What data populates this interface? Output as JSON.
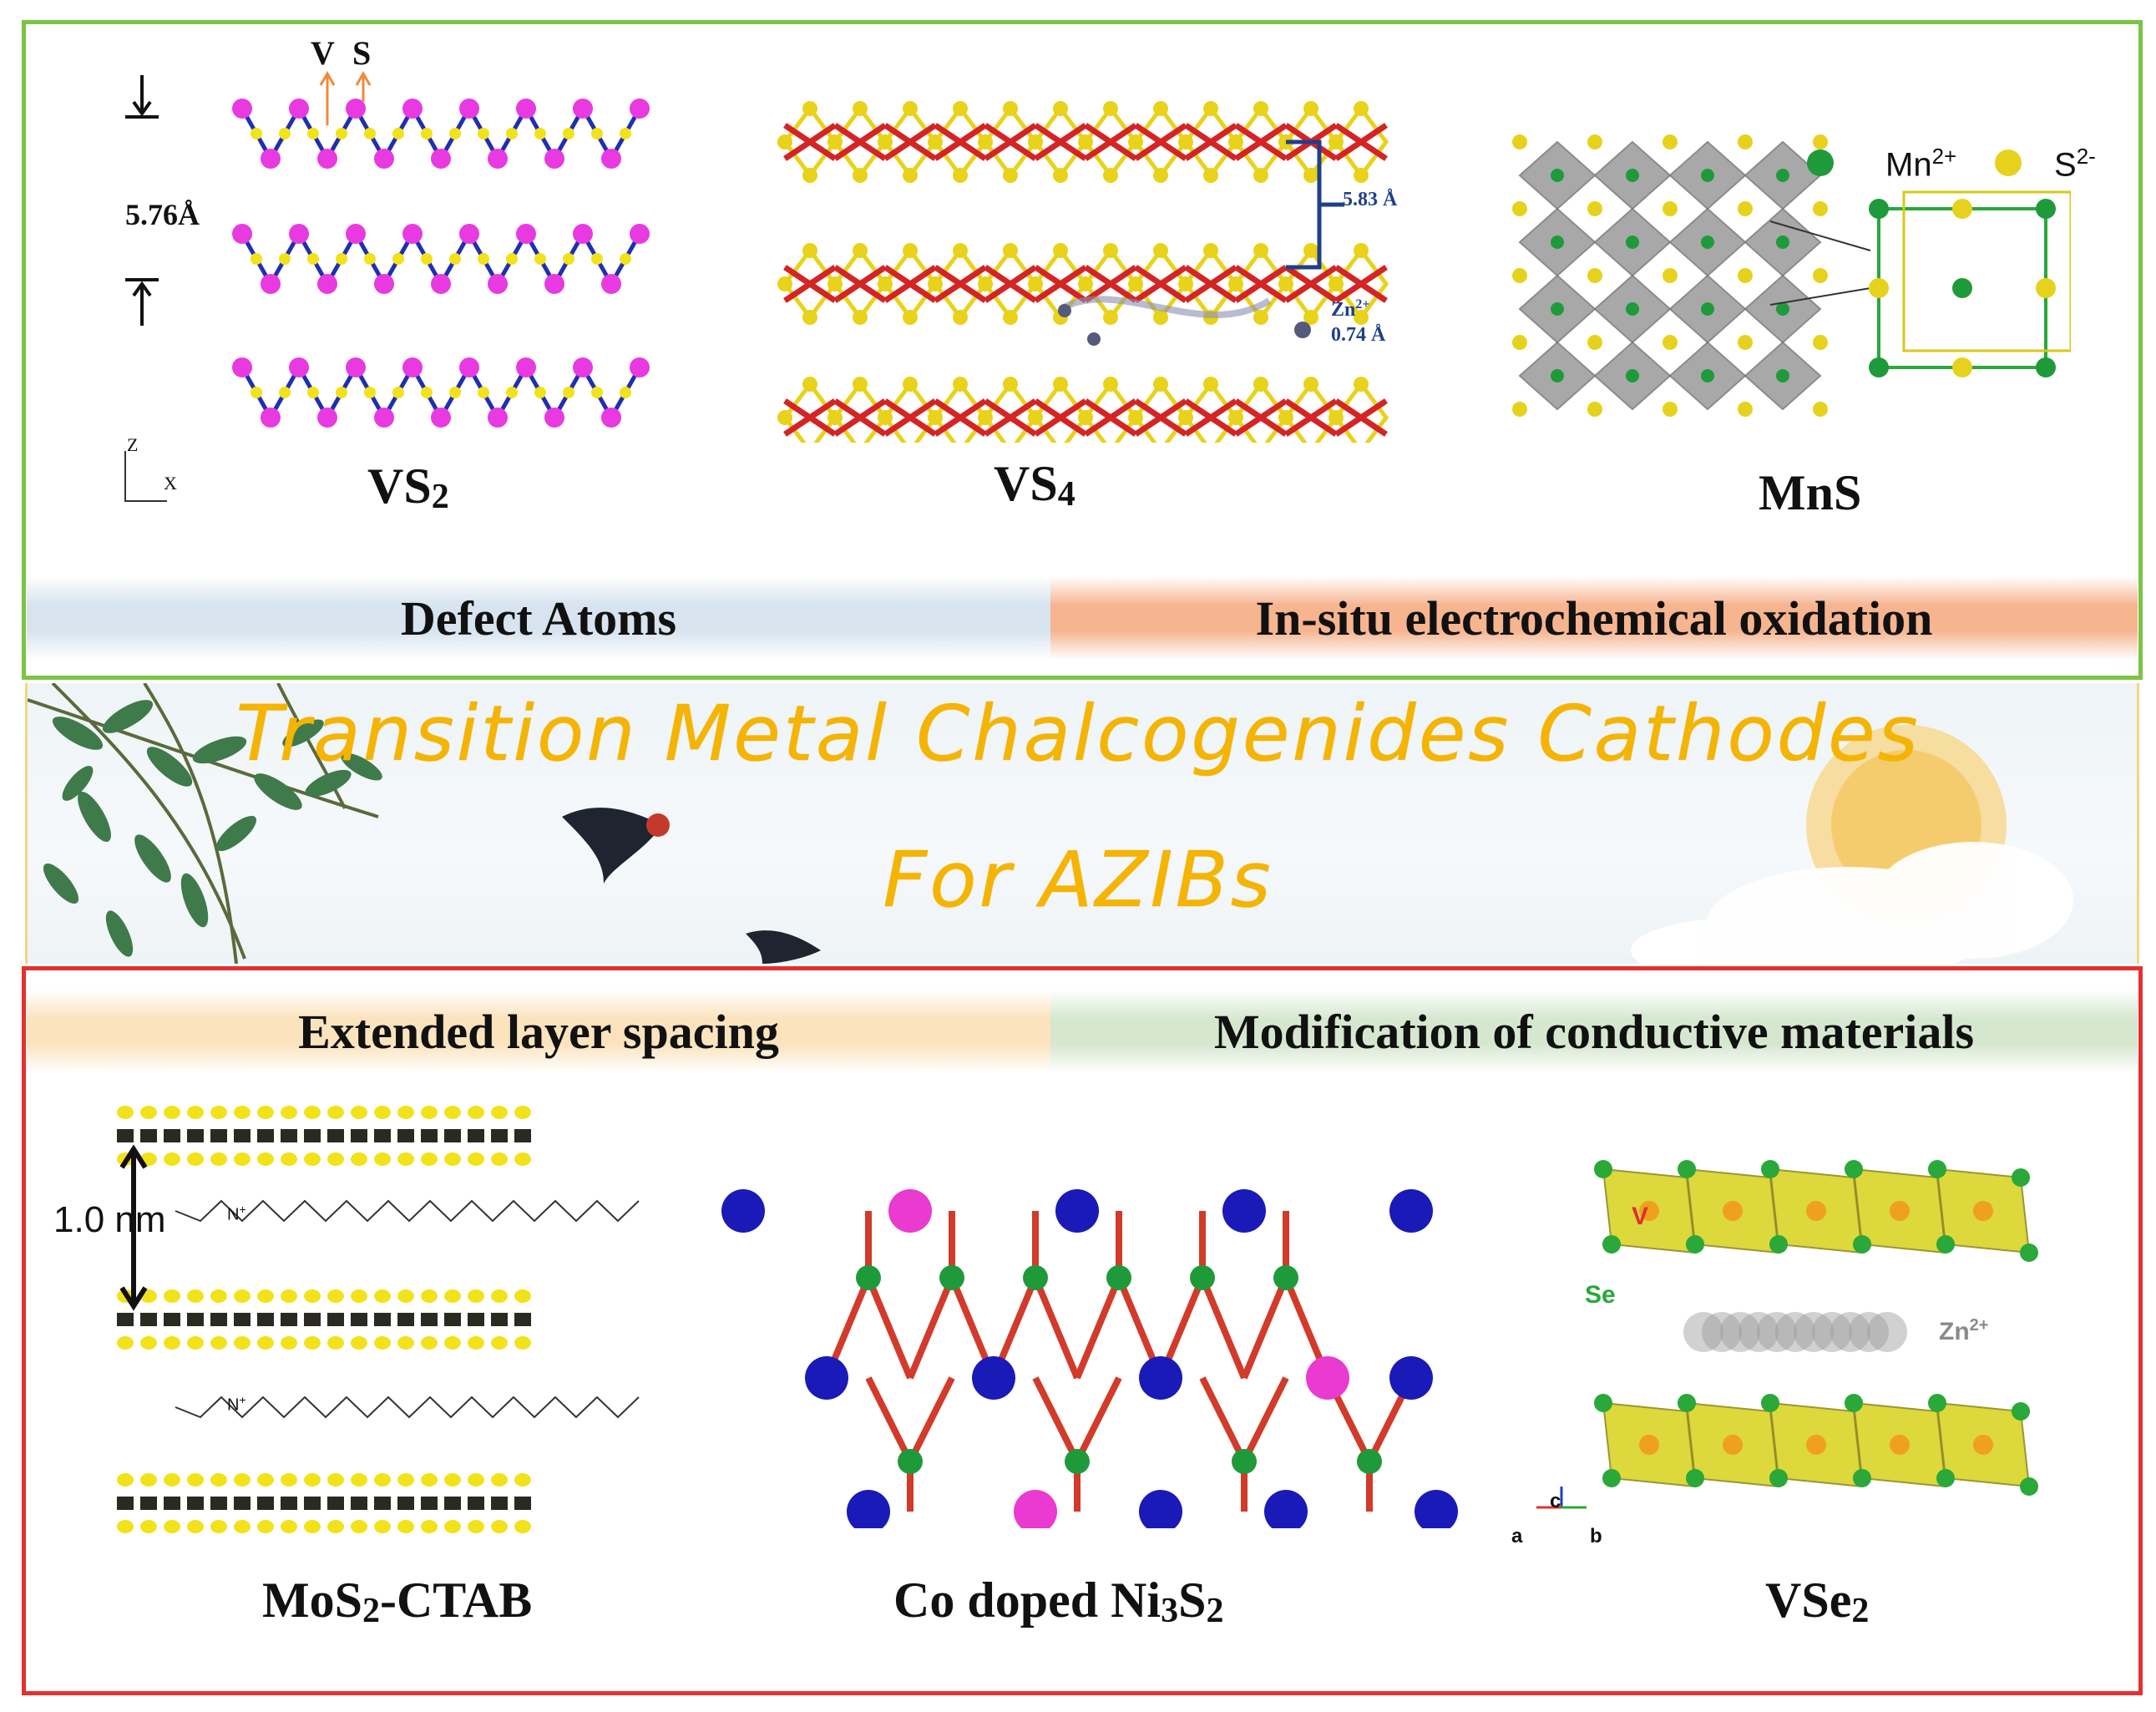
{
  "top": {
    "vs2": {
      "label_v": "V",
      "label_s": "S",
      "spacing": "5.76Å",
      "axis_z": "Z",
      "axis_x": "X",
      "caption_main": "VS",
      "caption_sub": "2"
    },
    "vs4": {
      "spacing": "5.83 Å",
      "ion": "Zn",
      "ion_charge": "2+",
      "ion_size": "0.74 Å",
      "caption_main": "VS",
      "caption_sub": "4"
    },
    "mns": {
      "legend_mn": "Mn",
      "legend_mn_charge": "2+",
      "legend_s": "S",
      "legend_s_charge": "2-",
      "caption": "MnS"
    },
    "strip_left": "Defect Atoms",
    "strip_right": "In-situ electrochemical oxidation"
  },
  "banner": {
    "title_line1": "Transition Metal Chalcogenides Cathodes",
    "title_line2": "For AZIBs"
  },
  "bottom": {
    "strip_left": "Extended layer spacing",
    "strip_right": "Modification of conductive materials",
    "mos2": {
      "spacing": "1.0 nm",
      "ammonium": "N",
      "ammonium_charge": "+",
      "caption_main": "MoS",
      "caption_sub": "2",
      "caption_rest": "-CTAB"
    },
    "ni3s2": {
      "caption_a": "Co doped Ni",
      "caption_sub1": "3",
      "caption_b": "S",
      "caption_sub2": "2"
    },
    "vse2": {
      "label_v": "V",
      "label_se": "Se",
      "ion": "Zn",
      "ion_charge": "2+",
      "axis_c": "c",
      "axis_a": "a",
      "axis_b": "b",
      "caption_main": "VSe",
      "caption_sub": "2"
    }
  },
  "colors": {
    "top_border": "#7cc444",
    "bottom_border": "#e53030",
    "title": "#f5b400",
    "vs2_s": "#e83ae0",
    "vs2_v": "#f2e21a",
    "vs2_bond": "#1f2fb0",
    "vs4_s": "#e8d21a",
    "vs4_v": "#d42424",
    "mn": "#1f9a3a",
    "s": "#e6d21c",
    "ni": "#1a1ab8",
    "co": "#ea3ad0",
    "s_ni3s2": "#1f9a3a",
    "bond_ni3s2": "#d23a2a",
    "vse2_poly": "#d8d21a",
    "vse2_se": "#2aa83a"
  }
}
